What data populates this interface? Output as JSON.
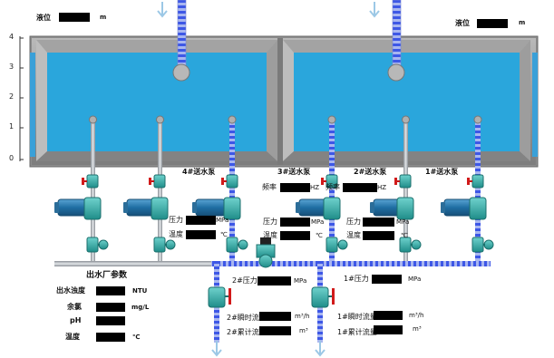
{
  "scale": {
    "ticks": [
      "4",
      "3",
      "2",
      "1",
      "0"
    ]
  },
  "level": {
    "left_label": "液位",
    "left_unit": "m",
    "right_label": "液位",
    "right_unit": "m"
  },
  "pumps": {
    "p4": "4#送水泵",
    "p3": "3#送水泵",
    "p2": "2#送水泵",
    "p1": "1#送水泵"
  },
  "freq": {
    "label": "频率",
    "unit": "HZ"
  },
  "pump4": {
    "pressure_label": "压力",
    "pressure_unit": "MPa",
    "temp_label": "温度",
    "temp_unit": "℃"
  },
  "pump3": {
    "pressure_label": "压力",
    "pressure_unit": "MPa",
    "temp_label": "温度",
    "temp_unit": "℃"
  },
  "pump2": {
    "pressure_label": "压力",
    "pressure_unit": "MPa",
    "temp_label": "温度",
    "temp_unit": "℃"
  },
  "plant": {
    "title": "出水厂参数",
    "turbidity_label": "出水浊度",
    "turbidity_unit": "NTU",
    "chlorine_label": "余氯",
    "chlorine_unit": "mg/L",
    "ph_label": "pH",
    "temp_label": "温度",
    "temp_unit": "℃"
  },
  "outlet2": {
    "pressure_label": "2#压力",
    "pressure_unit": "MPa",
    "flow_label": "2#瞬时流量",
    "flow_unit": "m³/h",
    "total_label": "2#累计流量",
    "total_unit": "m³"
  },
  "outlet1": {
    "pressure_label": "1#压力",
    "pressure_unit": "MPa",
    "flow_label": "1#瞬时流量",
    "flow_unit": "m³/h",
    "total_label": "1#累计流量",
    "total_unit": "m³"
  },
  "colors": {
    "water": "#2aa6dc",
    "frame": "#8f8f8f",
    "pipe": "#a8adb3",
    "flow": "#3d57e6",
    "valve": "#3bb2ae",
    "motor": "#2e7fb0",
    "handle": "#d11a1a"
  }
}
